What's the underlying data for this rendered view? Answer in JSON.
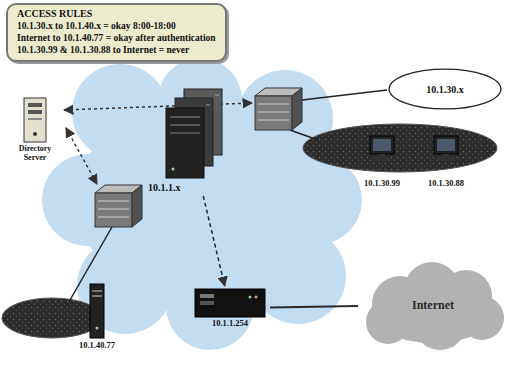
{
  "diagram": {
    "nodes": [
      {
        "text": [
          "ACCESS RULES",
          "10.1.30.x to 10.1.40.x = okay 8:00-18:00",
          "Internet to 10.1.40.77 = okay after authentication",
          "10.1.30.99 & 10.1.30.88 to Internet = never"
        ]
      },
      {
        "text": [
          "Directory Server"
        ]
      },
      {
        "text": [
          "10.1.1.x"
        ]
      },
      {
        "text": [
          "10.1.30.x"
        ]
      },
      {
        "text": [
          "10.1.30.99"
        ]
      },
      {
        "text": [
          "10.1.30.88"
        ]
      },
      {
        "text": [
          "10.1.40.77"
        ]
      },
      {
        "text": [
          "10.1.1.254"
        ]
      },
      {
        "text": [
          "Internet"
        ]
      }
    ],
    "edges": [
      {
        "from": 2,
        "to": 7,
        "arrow": "to"
      },
      {
        "from": 7,
        "to": 8,
        "arrow": "none"
      }
    ]
  }
}
